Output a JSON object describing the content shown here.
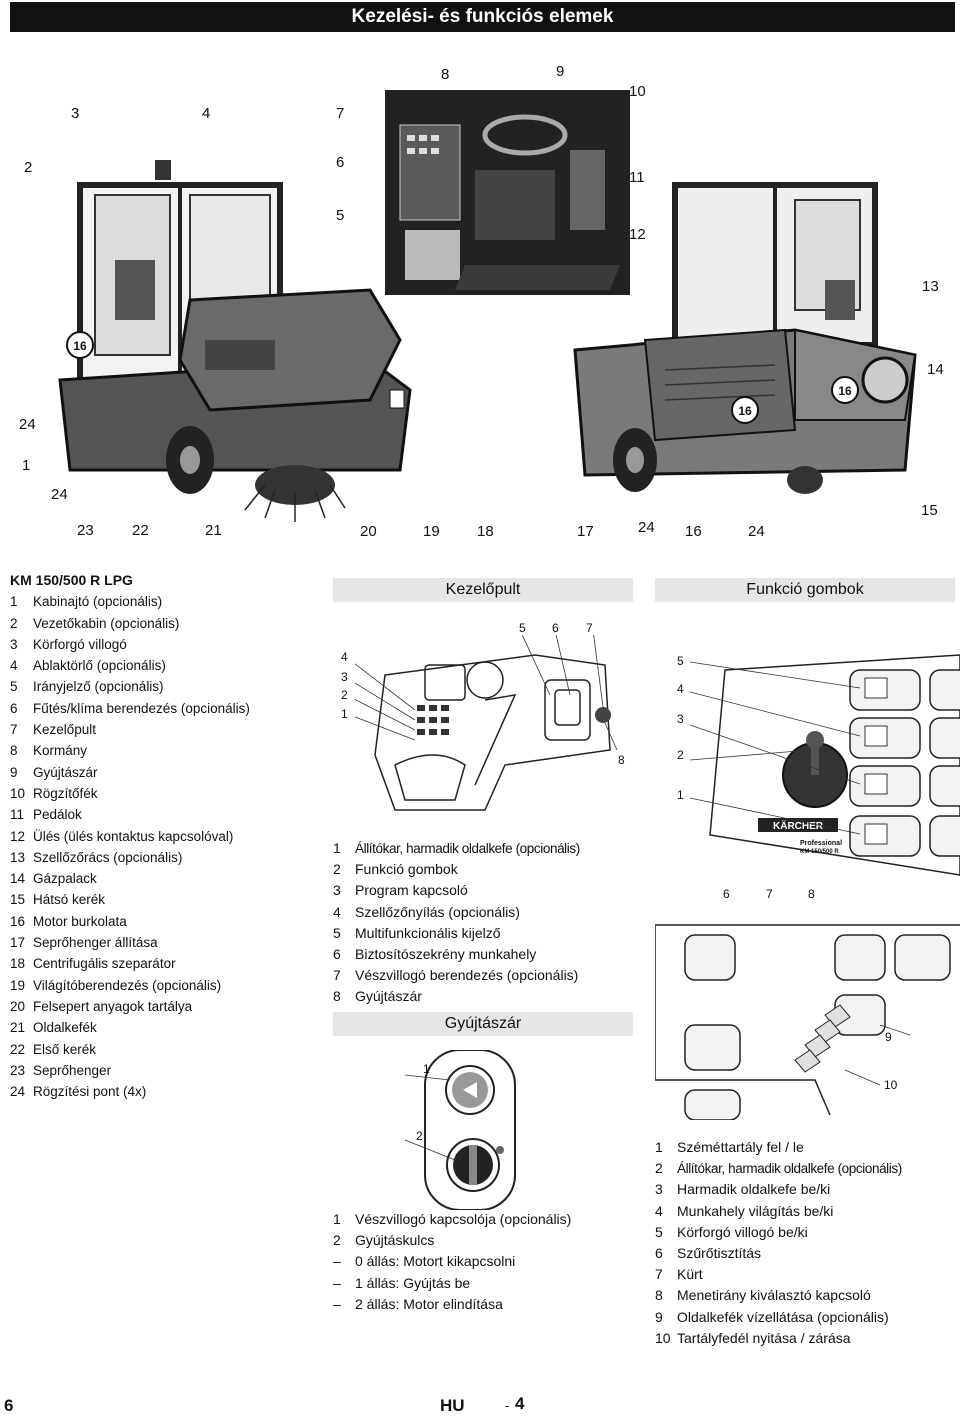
{
  "page_title": "Kezelési- és funkciós elemek",
  "photo_callouts": {
    "c2": "2",
    "c3": "3",
    "c4": "4",
    "c5": "5",
    "c6": "6",
    "c7": "7",
    "c8": "8",
    "c9": "9",
    "c10": "10",
    "c11": "11",
    "c12": "12",
    "c13": "13",
    "c14": "14",
    "c15": "15",
    "c24a": "24",
    "c1": "1",
    "c24b": "24",
    "b23": "23",
    "b22": "22",
    "b21": "21",
    "b20": "20",
    "b19": "19",
    "b18": "18",
    "b17": "17",
    "b24a": "24",
    "b16": "16",
    "b24b": "24"
  },
  "main_list": {
    "model": "KM 150/500 R LPG",
    "items": [
      {
        "n": "1",
        "t": "Kabinajtó (opcionális)"
      },
      {
        "n": "2",
        "t": "Vezetőkabin (opcionális)"
      },
      {
        "n": "3",
        "t": "Körforgó villogó"
      },
      {
        "n": "4",
        "t": "Ablaktörlő (opcionális)"
      },
      {
        "n": "5",
        "t": "Irányjelző (opcionális)"
      },
      {
        "n": "6",
        "t": "Fűtés/klíma berendezés (opcionális)"
      },
      {
        "n": "7",
        "t": "Kezelőpult"
      },
      {
        "n": "8",
        "t": "Kormány"
      },
      {
        "n": "9",
        "t": "Gyújtászár"
      },
      {
        "n": "10",
        "t": "Rögzítőfék"
      },
      {
        "n": "11",
        "t": "Pedálok"
      },
      {
        "n": "12",
        "t": "Ülés (ülés kontaktus kapcsolóval)"
      },
      {
        "n": "13",
        "t": "Szellőzőrács (opcionális)"
      },
      {
        "n": "14",
        "t": "Gázpalack"
      },
      {
        "n": "15",
        "t": "Hátsó kerék"
      },
      {
        "n": "16",
        "t": "Motor burkolata"
      },
      {
        "n": "17",
        "t": "Seprőhenger állítása"
      },
      {
        "n": "18",
        "t": "Centrifugális szeparátor"
      },
      {
        "n": "19",
        "t": "Világítóberendezés (opcionális)"
      },
      {
        "n": "20",
        "t": "Felsepert anyagok tartálya"
      },
      {
        "n": "21",
        "t": "Oldalkefék"
      },
      {
        "n": "22",
        "t": "Első kerék"
      },
      {
        "n": "23",
        "t": "Seprőhenger"
      },
      {
        "n": "24",
        "t": "Rögzítési pont (4x)"
      }
    ]
  },
  "kezelopult": {
    "heading": "Kezelőpult",
    "callouts": {
      "k1": "1",
      "k2": "2",
      "k3": "3",
      "k4": "4",
      "k5": "5",
      "k6": "6",
      "k7": "7",
      "k8": "8"
    },
    "items": [
      {
        "n": "1",
        "t": "Állítókar, harmadik oldalkefe (opcionális)"
      },
      {
        "n": "2",
        "t": "Funkció gombok"
      },
      {
        "n": "3",
        "t": "Program kapcsoló"
      },
      {
        "n": "4",
        "t": "Szellőzőnyílás (opcionális)"
      },
      {
        "n": "5",
        "t": "Multifunkcionális kijelző"
      },
      {
        "n": "6",
        "t": "Biztosítószekrény munkahely"
      },
      {
        "n": "7",
        "t": "Vészvillogó berendezés (opcionális)"
      },
      {
        "n": "8",
        "t": "Gyújtászár"
      }
    ]
  },
  "gyujtaszar": {
    "heading": "Gyújtászár",
    "callouts": {
      "g1": "1",
      "g2": "2"
    },
    "items": [
      {
        "n": "1",
        "t": "Vészvillogó kapcsolója (opcionális)"
      },
      {
        "n": "2",
        "t": "Gyújtáskulcs"
      },
      {
        "n": "–",
        "t": "0 állás: Motort kikapcsolni"
      },
      {
        "n": "–",
        "t": "1 állás: Gyújtás be"
      },
      {
        "n": "–",
        "t": "2 állás: Motor elindítása"
      }
    ]
  },
  "funkcio": {
    "heading": "Funkció gombok",
    "callouts": {
      "f5": "5",
      "f4": "4",
      "f3": "3",
      "f2": "2",
      "f1": "1",
      "f6": "6",
      "f7": "7",
      "f8": "8",
      "f9": "9",
      "f10": "10"
    },
    "brand": "KÄRCHER",
    "brand_sub1": "Professional",
    "brand_sub2": "KM 150/500 R",
    "items": [
      {
        "n": "1",
        "t": "Széméttartály fel / le"
      },
      {
        "n": "2",
        "t": "Állítókar, harmadik oldalkefe (opcionális)"
      },
      {
        "n": "3",
        "t": "Harmadik oldalkefe be/ki"
      },
      {
        "n": "4",
        "t": "Munkahely világítás be/ki"
      },
      {
        "n": "5",
        "t": "Körforgó villogó be/ki"
      },
      {
        "n": "6",
        "t": "Szűrőtisztítás"
      },
      {
        "n": "7",
        "t": "Kürt"
      },
      {
        "n": "8",
        "t": "Menetirány kiválasztó kapcsoló"
      },
      {
        "n": "9",
        "t": "Oldalkefék vízellátása (opcionális)"
      },
      {
        "n": "10",
        "t": "Tartályfedél nyitása / zárása"
      }
    ]
  },
  "footer": {
    "page": "6",
    "lang": "HU",
    "sep": "-",
    "sub": "4"
  }
}
